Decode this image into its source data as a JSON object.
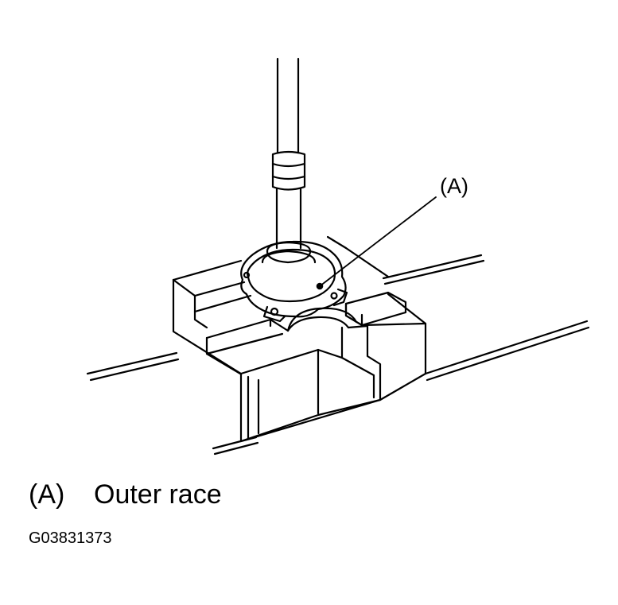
{
  "diagram": {
    "callout_marker": "(A)",
    "legend": [
      {
        "key": "(A)",
        "label": "Outer race"
      }
    ],
    "figure_code": "G03831373"
  },
  "colors": {
    "line": "#000000",
    "background": "#ffffff"
  }
}
